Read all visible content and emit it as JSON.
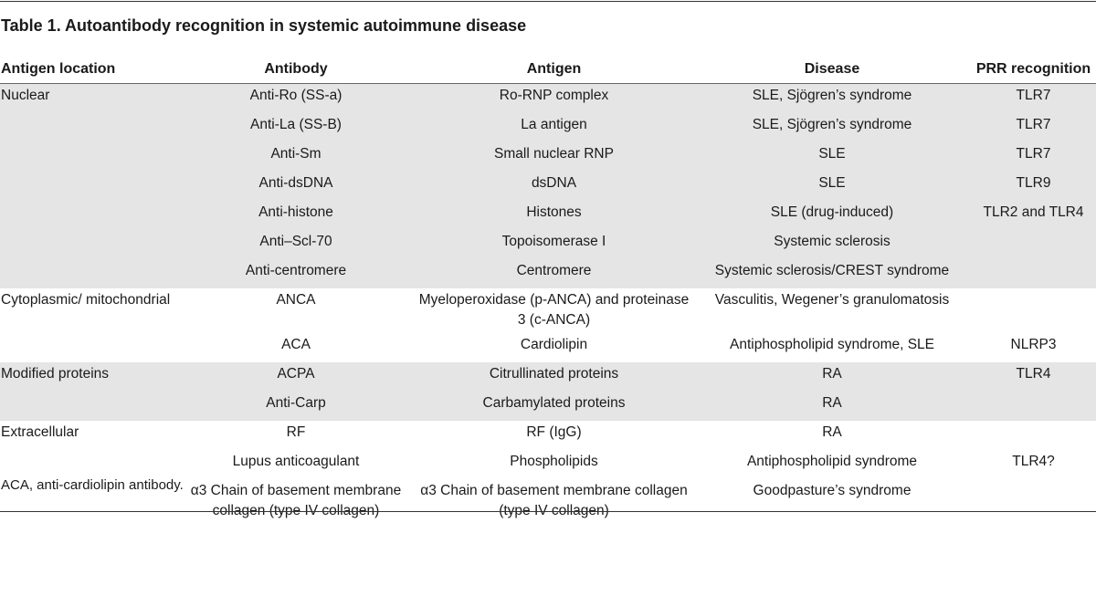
{
  "caption": "Table 1. Autoantibody recognition in systemic autoimmune disease",
  "headers": {
    "location": "Antigen location",
    "antibody": "Antibody",
    "antigen": "Antigen",
    "disease": "Disease",
    "prr": "PRR recognition"
  },
  "rows": [
    {
      "location": "Nuclear",
      "antibody": "Anti-Ro (SS-a)",
      "antigen": "Ro-RNP complex",
      "disease": "SLE, Sjögren’s syndrome",
      "prr": "TLR7"
    },
    {
      "location": "",
      "antibody": "Anti-La (SS-B)",
      "antigen": "La antigen",
      "disease": "SLE, Sjögren’s syndrome",
      "prr": "TLR7"
    },
    {
      "location": "",
      "antibody": "Anti-Sm",
      "antigen": "Small nuclear RNP",
      "disease": "SLE",
      "prr": "TLR7"
    },
    {
      "location": "",
      "antibody": "Anti-dsDNA",
      "antigen": "dsDNA",
      "disease": "SLE",
      "prr": "TLR9"
    },
    {
      "location": "",
      "antibody": "Anti-histone",
      "antigen": "Histones",
      "disease": "SLE (drug-induced)",
      "prr": "TLR2 and TLR4"
    },
    {
      "location": "",
      "antibody": "Anti–Scl-70",
      "antigen": "Topoisomerase I",
      "disease": "Systemic sclerosis",
      "prr": ""
    },
    {
      "location": "",
      "antibody": "Anti-centromere",
      "antigen": "Centromere",
      "disease": "Systemic sclerosis/CREST syndrome",
      "prr": ""
    },
    {
      "location": "Cytoplasmic/ mitochondrial",
      "antibody": "ANCA",
      "antigen": "Myeloperoxidase (p-ANCA) and proteinase 3 (c-ANCA)",
      "disease": "Vasculitis, Wegener’s granulomatosis",
      "prr": ""
    },
    {
      "location": "",
      "antibody": "ACA",
      "antigen": "Cardiolipin",
      "disease": "Antiphospholipid syndrome, SLE",
      "prr": "NLRP3"
    },
    {
      "location": "Modified proteins",
      "antibody": "ACPA",
      "antigen": "Citrullinated proteins",
      "disease": "RA",
      "prr": "TLR4"
    },
    {
      "location": "",
      "antibody": "Anti-Carp",
      "antigen": "Carbamylated proteins",
      "disease": "RA",
      "prr": ""
    },
    {
      "location": "Extracellular",
      "antibody": "RF",
      "antigen": "RF (IgG)",
      "disease": "RA",
      "prr": ""
    },
    {
      "location": "",
      "antibody": "Lupus anticoagulant",
      "antigen": "Phospholipids",
      "disease": "Antiphospholipid syndrome",
      "prr": "TLR4?"
    },
    {
      "location": "",
      "antibody": "α3 Chain of basement membrane collagen (type IV collagen)",
      "antigen": "α3 Chain of basement membrane collagen (type IV collagen)",
      "disease": "Goodpasture’s syndrome",
      "prr": ""
    }
  ],
  "footnote": "ACA, anti-cardiolipin antibody."
}
